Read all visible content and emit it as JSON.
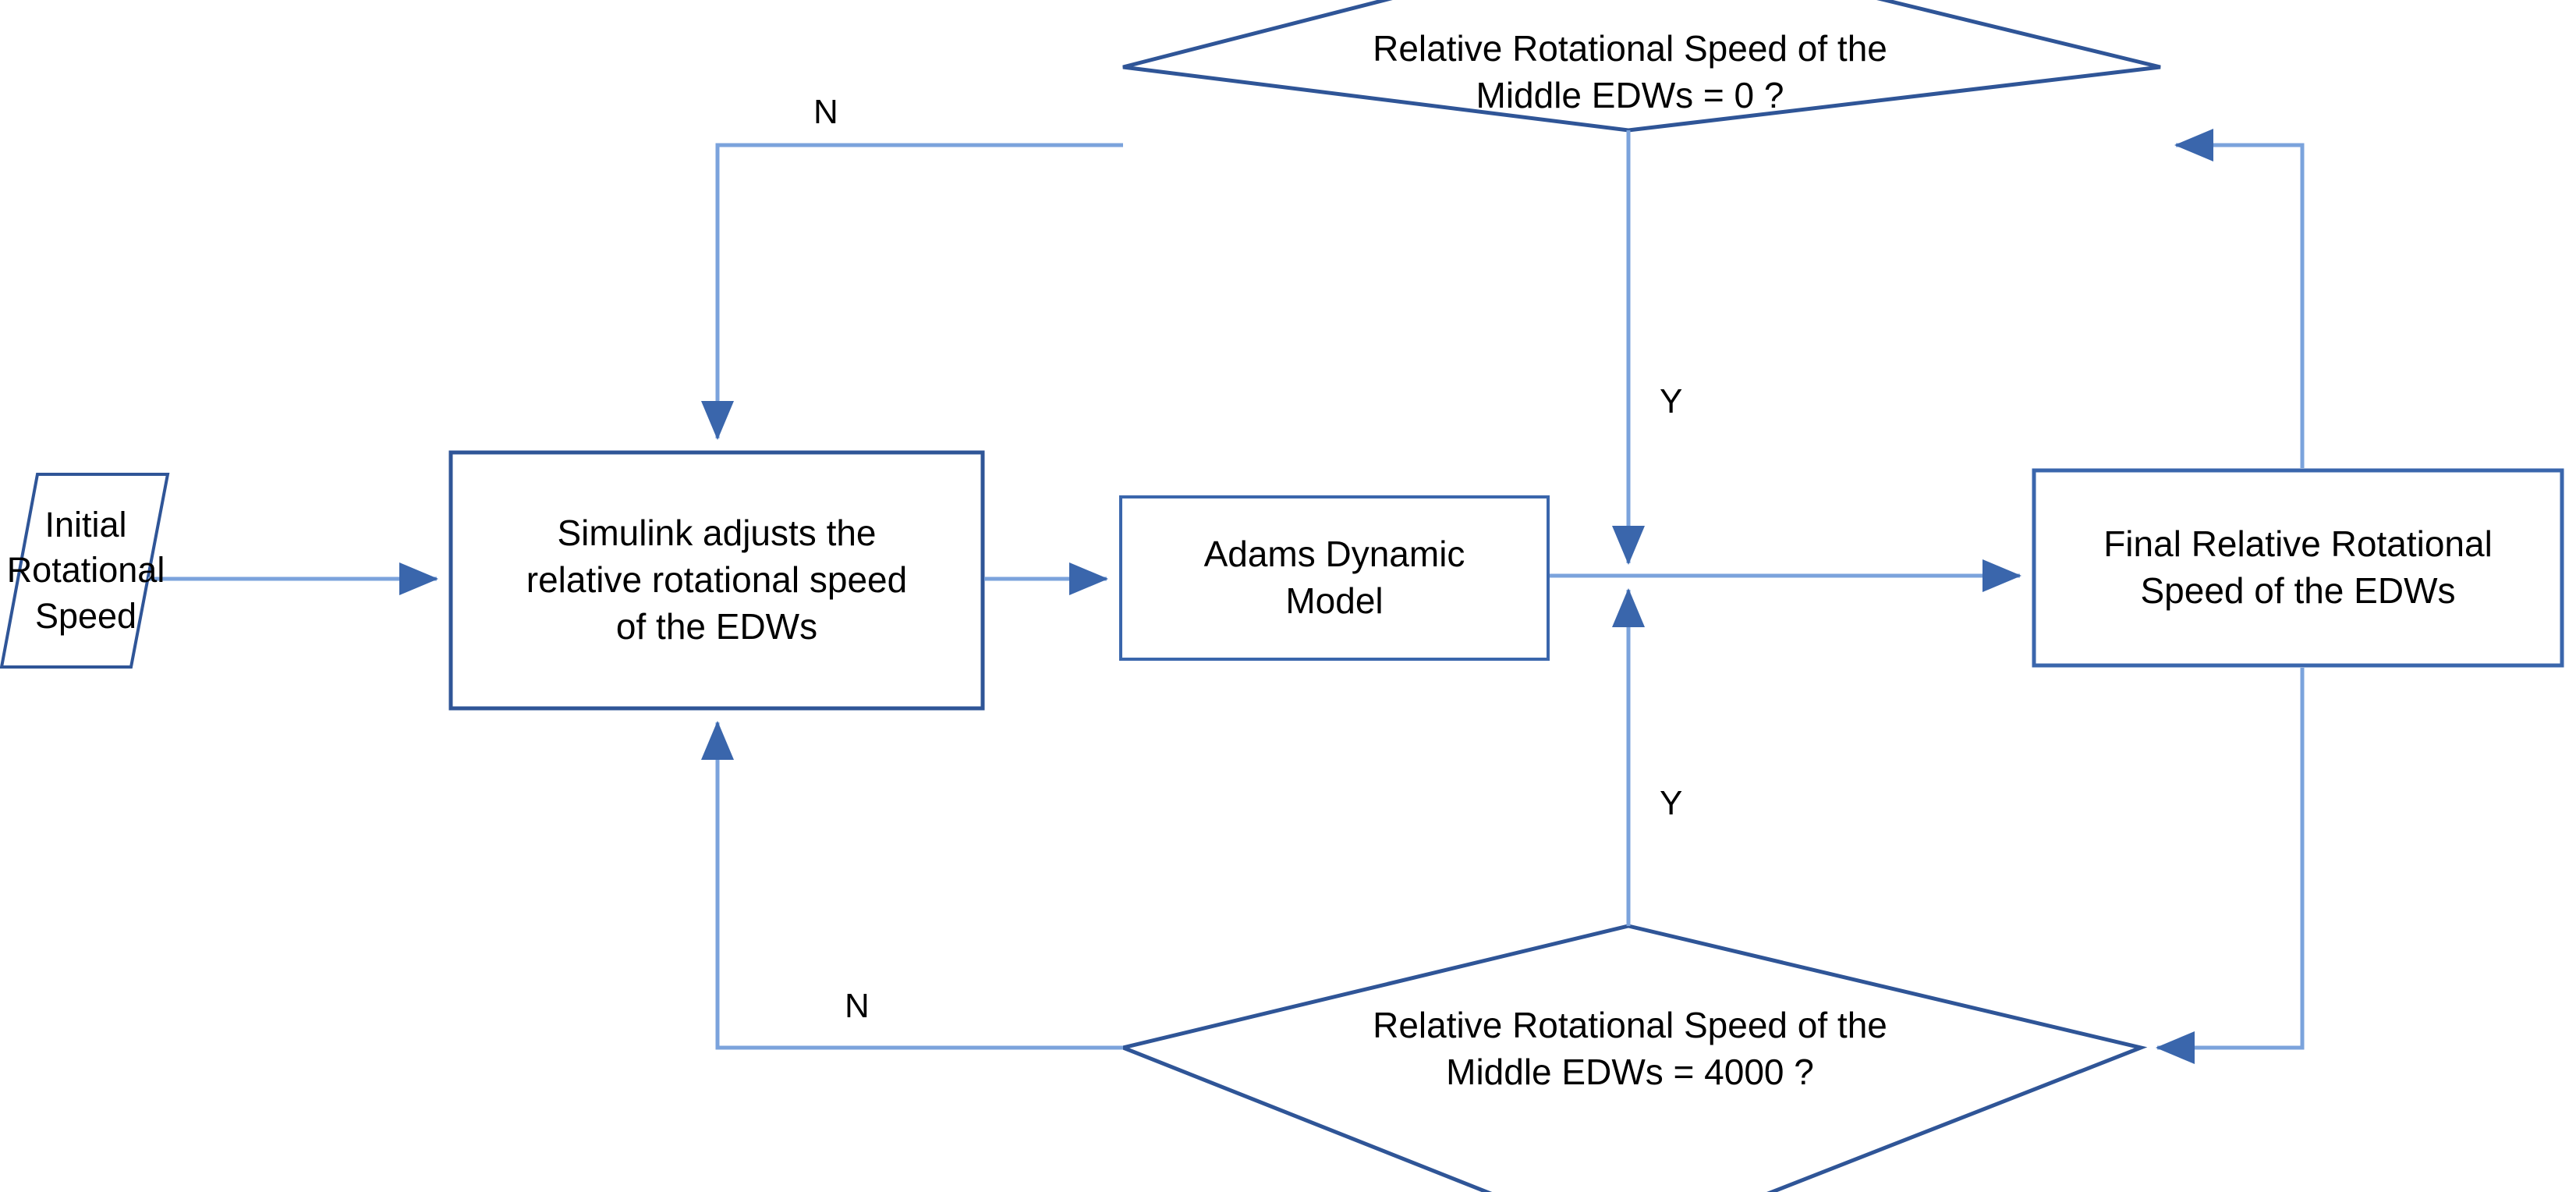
{
  "diagram": {
    "title": "EDW Relative Rotational Speed Iteration Flowchart",
    "type": "flowchart",
    "colors": {
      "shape_stroke_dark": "#2F5597",
      "shape_stroke_box": "#3A66AC",
      "connector_light": "#7BA3DC",
      "connector_arrow": "#3A66AC",
      "text": "#000000",
      "background": "#FFFFFF"
    },
    "nodes": {
      "initial_speed": {
        "shape": "parallelogram",
        "label": "Initial\nRotational\nSpeed"
      },
      "simulink": {
        "shape": "process",
        "label": "Simulink adjusts the\nrelative rotational speed\nof the EDWs"
      },
      "adams": {
        "shape": "process",
        "label": "Adams Dynamic\nModel"
      },
      "final_speed": {
        "shape": "process",
        "label": "Final Relative Rotational\nSpeed of the EDWs"
      },
      "decision_zero": {
        "shape": "decision",
        "label": "Relative Rotational Speed of the\nMiddle EDWs = 0 ?",
        "line1": "Relative Rotational Speed of the",
        "line2": "Middle EDWs = 0 ?"
      },
      "decision_four_thousand": {
        "shape": "decision",
        "label": "Relative Rotational Speed of the\nMiddle EDWs = 4000 ?",
        "line1": "Relative Rotational Speed of the",
        "line2": "Middle EDWs = 4000 ?"
      }
    },
    "edge_labels": {
      "top_no": "N",
      "top_yes": "Y",
      "bottom_yes": "Y",
      "bottom_no": "N"
    },
    "edges": [
      {
        "from": "initial_speed",
        "to": "simulink",
        "label": ""
      },
      {
        "from": "simulink",
        "to": "adams",
        "label": ""
      },
      {
        "from": "adams",
        "to": "final_speed",
        "label": ""
      },
      {
        "from": "decision_zero",
        "to": "simulink",
        "label": "N"
      },
      {
        "from": "decision_zero",
        "to": "junction",
        "label": "Y"
      },
      {
        "from": "decision_four_thousand",
        "to": "junction",
        "label": "Y"
      },
      {
        "from": "decision_four_thousand",
        "to": "simulink",
        "label": "N"
      },
      {
        "from": "final_speed",
        "to": "decision_zero",
        "label": ""
      },
      {
        "from": "final_speed",
        "to": "decision_four_thousand",
        "label": ""
      }
    ]
  }
}
